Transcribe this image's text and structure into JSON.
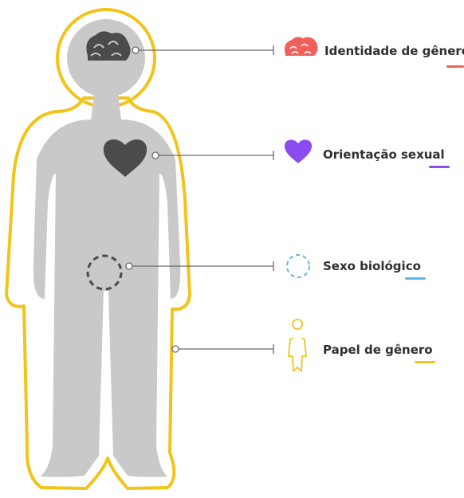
{
  "legend": [
    {
      "id": "identity",
      "label": "Identidade de gênero",
      "icon": "brain-icon",
      "color": "#f0605a"
    },
    {
      "id": "orientation",
      "label": "Orientação sexual",
      "icon": "heart-icon",
      "color": "#8a4cf0"
    },
    {
      "id": "sex",
      "label": "Sexo biológico",
      "icon": "dashed-circle-icon",
      "color": "#5bb9df"
    },
    {
      "id": "role",
      "label": "Papel de gênero",
      "icon": "person-outline-icon",
      "color": "#f2c31a"
    }
  ],
  "colors": {
    "body_fill": "#c9c9c9",
    "body_outline": "#f2c31a",
    "organ_fill": "#4b4b4b",
    "connector": "#6a6a6a"
  }
}
